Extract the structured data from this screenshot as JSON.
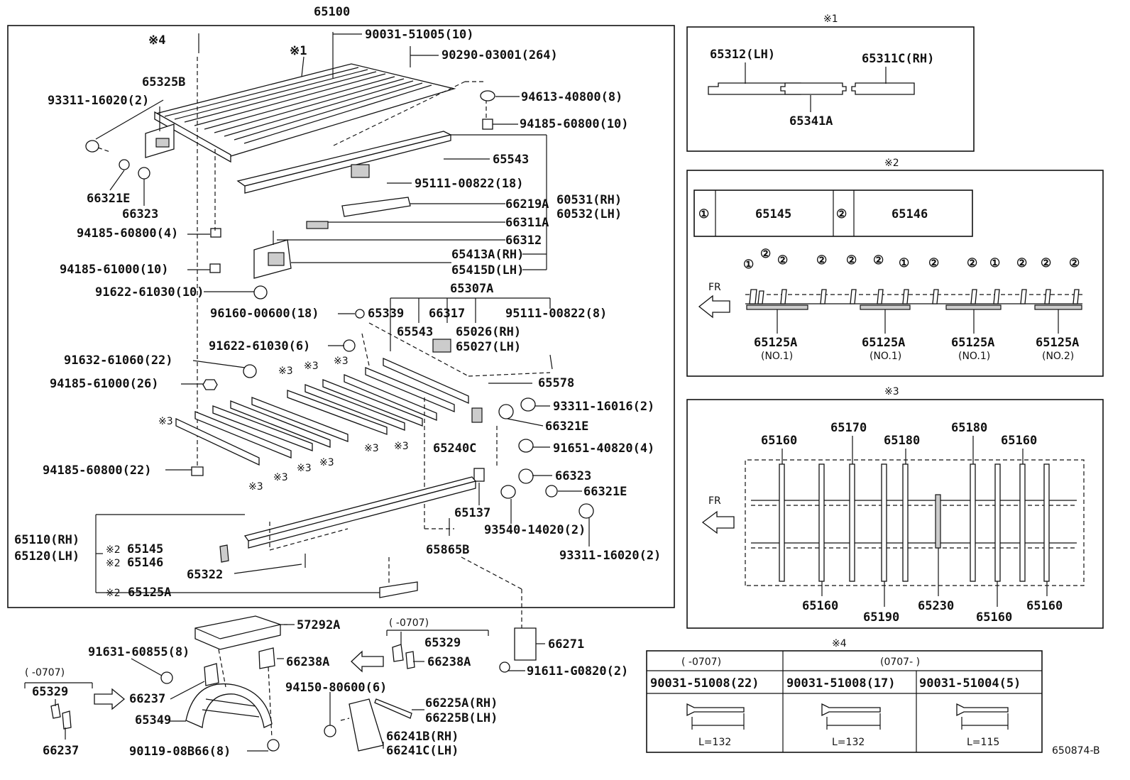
{
  "diagram": {
    "main_title": "65100",
    "figure_id": "650874-B",
    "labels": {
      "x4": "※4",
      "x1": "※1",
      "p_90031_51005": "90031-51005(10)",
      "p_90290_03001": "90290-03001(264)",
      "p_65325b": "65325B",
      "p_93311_16020a": "93311-16020(2)",
      "p_94613_40800": "94613-40800(8)",
      "p_94185_60800_10": "94185-60800(10)",
      "p_65543a": "65543",
      "p_95111_00822_18": "95111-00822(18)",
      "p_66321e_a": "66321E",
      "p_66323_a": "66323",
      "p_66219a": "66219A",
      "p_60531": "60531(RH)",
      "p_60532": "60532(LH)",
      "p_94185_60800_4": "94185-60800(4)",
      "p_66311a": "66311A",
      "p_66312": "66312",
      "p_65413a": "65413A(RH)",
      "p_65415d": "65415D(LH)",
      "p_94185_61000_10": "94185-61000(10)",
      "p_91622_61030_10": "91622-61030(10)",
      "p_65307a": "65307A",
      "p_96160_00600": "96160-00600(18)",
      "p_65339": "65339",
      "p_66317": "66317",
      "p_95111_00822_8": "95111-00822(8)",
      "p_65543b": "65543",
      "p_65026": "65026(RH)",
      "p_65027": "65027(LH)",
      "p_91622_61030_6": "91622-61030(6)",
      "p_91632_61060": "91632-61060(22)",
      "p_94185_61000_26": "94185-61000(26)",
      "p_65578": "65578",
      "p_93311_16016": "93311-16016(2)",
      "p_66321e_b": "66321E",
      "p_65240c": "65240C",
      "p_91651_40820": "91651-40820(4)",
      "p_94185_60800_22": "94185-60800(22)",
      "p_66323_b": "66323",
      "p_66321e_c": "66321E",
      "p_65137": "65137",
      "p_93540_14020": "93540-14020(2)",
      "p_65110": "65110(RH)",
      "p_65120": "65120(LH)",
      "p_65145": "65145",
      "p_65146": "65146",
      "p_65865b": "65865B",
      "p_93311_16020b": "93311-16020(2)",
      "p_65322": "65322",
      "p_65125a": "65125A",
      "x2": "※2",
      "x3": "※3",
      "p_57292a": "57292A",
      "range_0707": "(      -0707)",
      "p_65329_a": "65329",
      "p_66238a_a": "66238A",
      "p_66238a_b": "66238A",
      "p_66271": "66271",
      "p_91631_60855": "91631-60855(8)",
      "p_91611_g0820": "91611-G0820(2)",
      "p_65329_b": "65329",
      "p_66237_a": "66237",
      "p_94150_80600": "94150-80600(6)",
      "p_66225a": "66225A(RH)",
      "p_66225b": "66225B(LH)",
      "p_65349": "65349",
      "p_66241b": "66241B(RH)",
      "p_66241c": "66241C(LH)",
      "p_66237_b": "66237",
      "p_90119_08b66": "90119-08B66(8)"
    },
    "inset1": {
      "title": "※1",
      "left": "65312(LH)",
      "right": "65311C(RH)",
      "middle": "65341A"
    },
    "inset2": {
      "title": "※2",
      "key1_symbol": "①",
      "key1_part": "65145",
      "key2_symbol": "②",
      "key2_part": "65146",
      "fr": "FR",
      "sym1": "①",
      "sym2": "②",
      "groups": [
        {
          "part": "65125A",
          "no": "(NO.1)"
        },
        {
          "part": "65125A",
          "no": "(NO.1)"
        },
        {
          "part": "65125A",
          "no": "(NO.1)"
        },
        {
          "part": "65125A",
          "no": "(NO.2)"
        }
      ]
    },
    "inset3": {
      "title": "※3",
      "fr": "FR",
      "top": [
        "65160",
        "65170",
        "65180",
        "65180",
        "65160"
      ],
      "bottom": [
        "65160",
        "65190",
        "65230",
        "65160",
        "65160"
      ]
    },
    "inset4": {
      "title": "※4",
      "col1_range": "(      -0707)",
      "col2_range": "(0707-      )",
      "parts": [
        "90031-51008(22)",
        "90031-51008(17)",
        "90031-51004(5)"
      ],
      "lengths": [
        "L=132",
        "L=132",
        "L=115"
      ]
    }
  }
}
